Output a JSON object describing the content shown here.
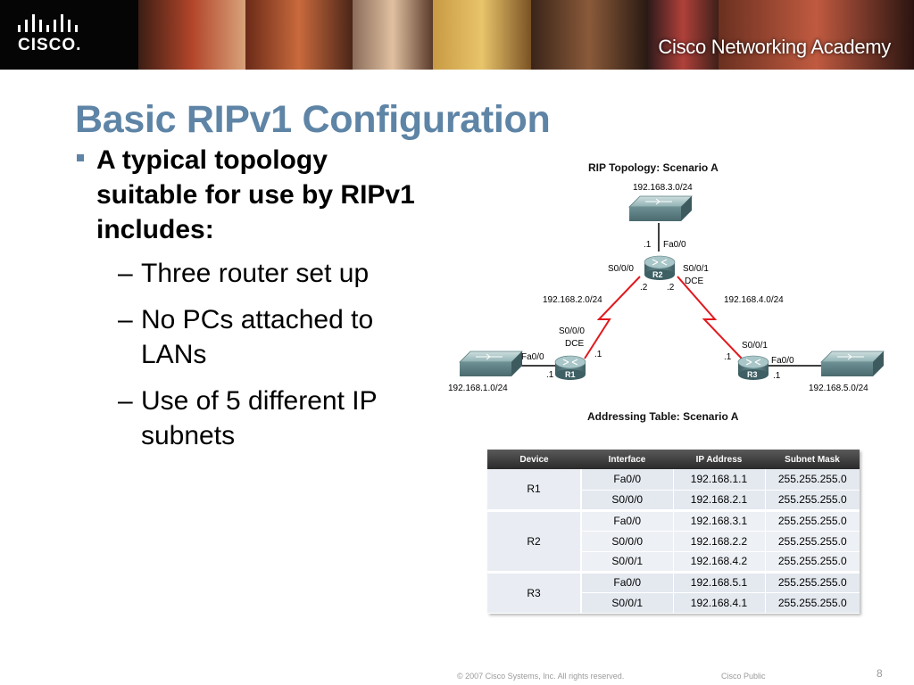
{
  "header": {
    "logo_text": "CISCO.",
    "academy": "Cisco Networking Academy"
  },
  "slide": {
    "title": "Basic RIPv1 Configuration",
    "bullet": "A typical topology suitable for use by RIPv1 includes:",
    "sub_bullets": [
      "Three router set up",
      "No PCs attached to LANs",
      "Use of 5 different IP subnets"
    ]
  },
  "diagram": {
    "title": "RIP Topology: Scenario A",
    "table_title": "Addressing Table: Scenario A",
    "labels": {
      "net3": "192.168.3.0/24",
      "r2_fa_host": ".1",
      "r2_fa": "Fa0/0",
      "r2_s000": "S0/0/0",
      "r2_s001": "S0/0/1",
      "r2_dce": "DCE",
      "r2_name": "R2",
      "r2_left_host": ".2",
      "r2_right_host": ".2",
      "net2": "192.168.2.0/24",
      "net4": "192.168.4.0/24",
      "r1_s000": "S0/0/0",
      "r1_dce": "DCE",
      "r1_serial_host": ".1",
      "r1_fa": "Fa0/0",
      "r1_fa_host": ".1",
      "r1_name": "R1",
      "net1": "192.168.1.0/24",
      "r3_s001": "S0/0/1",
      "r3_serial_host": ".1",
      "r3_fa": "Fa0/0",
      "r3_fa_host": ".1",
      "r3_name": "R3",
      "net5": "192.168.5.0/24"
    }
  },
  "table": {
    "headers": [
      "Device",
      "Interface",
      "IP Address",
      "Subnet Mask"
    ],
    "rows": [
      {
        "device": "R1",
        "interface": "Fa0/0",
        "ip": "192.168.1.1",
        "mask": "255.255.255.0"
      },
      {
        "device": "",
        "interface": "S0/0/0",
        "ip": "192.168.2.1",
        "mask": "255.255.255.0"
      },
      {
        "device": "R2",
        "interface": "Fa0/0",
        "ip": "192.168.3.1",
        "mask": "255.255.255.0"
      },
      {
        "device": "",
        "interface": "S0/0/0",
        "ip": "192.168.2.2",
        "mask": "255.255.255.0"
      },
      {
        "device": "",
        "interface": "S0/0/1",
        "ip": "192.168.4.2",
        "mask": "255.255.255.0"
      },
      {
        "device": "R3",
        "interface": "Fa0/0",
        "ip": "192.168.5.1",
        "mask": "255.255.255.0"
      },
      {
        "device": "",
        "interface": "S0/0/1",
        "ip": "192.168.4.1",
        "mask": "255.255.255.0"
      }
    ]
  },
  "footer": {
    "copyright": "© 2007 Cisco Systems, Inc. All rights reserved.",
    "classification": "Cisco Public",
    "page": "8"
  }
}
